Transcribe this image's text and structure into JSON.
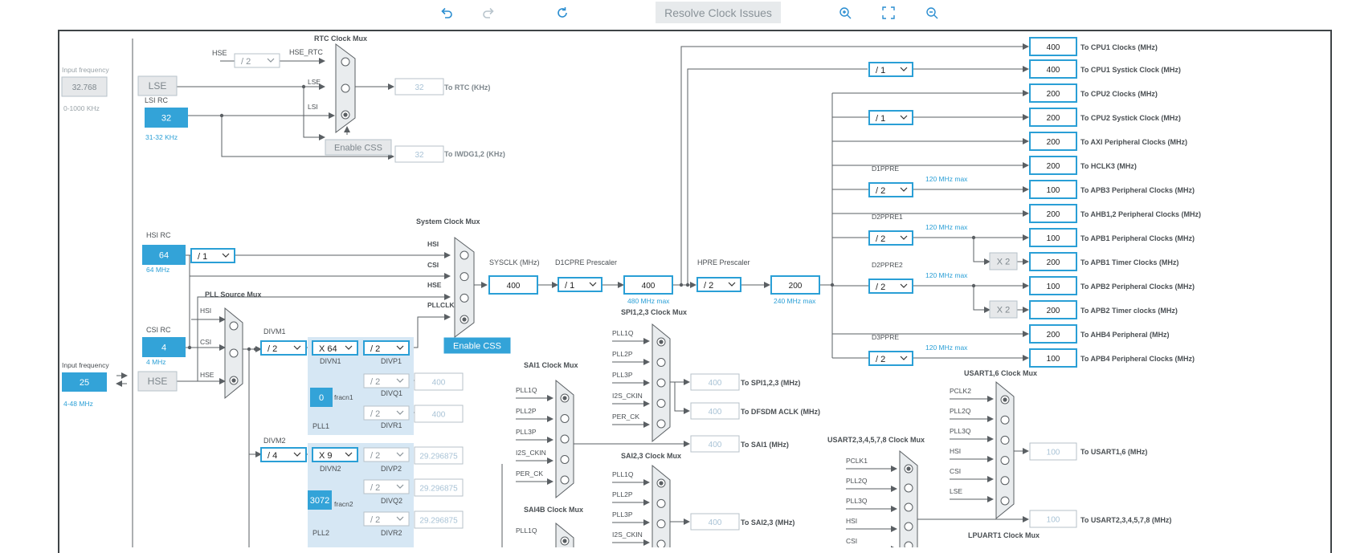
{
  "toolbar": {
    "undo_icon": "undo-icon",
    "redo_icon": "redo-icon",
    "refresh_icon": "refresh-icon",
    "resolve_label": "Resolve Clock Issues",
    "zoom_in_icon": "zoom-in-icon",
    "fit_icon": "fit-screen-icon",
    "zoom_out_icon": "zoom-out-icon"
  },
  "colors": {
    "accent": "#2a9fd6",
    "fill": "#33a3d8",
    "line": "#5a5f63",
    "panel": "#d6e7f4",
    "grey": "#e6e8ea"
  },
  "inputs": {
    "lse_label": "Input frequency",
    "lse_value": "32.768",
    "lse_range": "0-1000 KHz",
    "lse_button": "LSE",
    "lsi_label": "LSI RC",
    "lsi_value": "32",
    "lsi_range": "31-32 KHz",
    "hsi_label": "HSI RC",
    "hsi_value": "64",
    "hsi_range": "64 MHz",
    "hsi_div": "/ 1",
    "csi_label": "CSI RC",
    "csi_value": "4",
    "csi_range": "4 MHz",
    "hse_label": "Input frequency",
    "hse_value": "25",
    "hse_range": "4-48 MHz",
    "hse_button": "HSE"
  },
  "rtc": {
    "title": "RTC Clock Mux",
    "hse_label": "HSE",
    "hse_div": "/ 2",
    "hse_rtc": "HSE_RTC",
    "lse": "LSE",
    "lsi": "LSI",
    "enable_css": "Enable CSS",
    "to_rtc_value": "32",
    "to_rtc_label": "To RTC (KHz)",
    "to_iwdg_value": "32",
    "to_iwdg_label": "To IWDG1,2 (KHz)"
  },
  "pll_source": {
    "title": "PLL Source Mux",
    "hsi": "HSI",
    "csi": "CSI",
    "hse": "HSE"
  },
  "pll1": {
    "divm_label": "DIVM1",
    "divm": "/ 2",
    "divn": "X 64",
    "divn_label": "DIVN1",
    "divp": "/ 2",
    "divp_label": "DIVP1",
    "divq": "/ 2",
    "divq_label": "DIVQ1",
    "divq_out": "400",
    "divr": "/ 2",
    "divr_label": "DIVR1",
    "divr_out": "400",
    "fracn": "0",
    "fracn_label": "fracn1",
    "name": "PLL1"
  },
  "pll2": {
    "divm_label": "DIVM2",
    "divm": "/ 4",
    "divn": "X 9",
    "divn_label": "DIVN2",
    "divp": "/ 2",
    "divp_label": "DIVP2",
    "divp_out": "29.296875",
    "divq": "/ 2",
    "divq_label": "DIVQ2",
    "divq_out": "29.296875",
    "divr": "/ 2",
    "divr_label": "DIVR2",
    "divr_out": "29.296875",
    "fracn": "3072",
    "fracn_label": "fracn2",
    "name": "PLL2"
  },
  "sysmux": {
    "title": "System Clock Mux",
    "hsi": "HSI",
    "csi": "CSI",
    "hse": "HSE",
    "pllclk": "PLLCLK",
    "enable_css": "Enable CSS",
    "sysclk_label": "SYSCLK (MHz)",
    "sysclk": "400",
    "d1cpre_label": "D1CPRE Prescaler",
    "d1cpre": "/ 1",
    "d1_out": "400",
    "d1_max": "480 MHz max",
    "hpre_label": "HPRE Prescaler",
    "hpre": "/ 2",
    "hpre_out": "200",
    "hpre_max": "240 MHz max"
  },
  "outputs": [
    {
      "value": "400",
      "label": "To CPU1 Clocks (MHz)"
    },
    {
      "value": "400",
      "label": "To CPU1 Systick Clock (MHz)",
      "div": "/ 1"
    },
    {
      "value": "200",
      "label": "To CPU2 Clocks (MHz)"
    },
    {
      "value": "200",
      "label": "To CPU2 Systick Clock (MHz)",
      "div": "/ 1"
    },
    {
      "value": "200",
      "label": "To AXI Peripheral Clocks (MHz)"
    },
    {
      "value": "200",
      "label": "To HCLK3 (MHz)"
    },
    {
      "value": "100",
      "label": "To APB3 Peripheral Clocks (MHz)",
      "pre_label": "D1PPRE",
      "div": "/ 2",
      "max": "120 MHz max"
    },
    {
      "value": "200",
      "label": "To AHB1,2 Peripheral Clocks (MHz)"
    },
    {
      "value": "100",
      "label": "To APB1 Peripheral Clocks (MHz)",
      "pre_label": "D2PPRE1",
      "div": "/ 2",
      "max": "120 MHz max"
    },
    {
      "value": "200",
      "label": "To APB1 Timer Clocks (MHz)",
      "mult": "X 2"
    },
    {
      "value": "100",
      "label": "To APB2 Peripheral Clocks (MHz)",
      "pre_label": "D2PPRE2",
      "div": "/ 2",
      "max": "120 MHz max"
    },
    {
      "value": "200",
      "label": "To APB2 Timer clocks (MHz)",
      "mult": "X 2"
    },
    {
      "value": "200",
      "label": "To AHB4 Peripheral (MHz)"
    },
    {
      "value": "100",
      "label": "To APB4 Peripheral Clocks (MHz)",
      "pre_label": "D3PPRE",
      "div": "/ 2",
      "max": "120 MHz max"
    }
  ],
  "spi_mux": {
    "title": "SPI1,2,3 Clock Mux",
    "inputs": [
      "PLL1Q",
      "PLL2P",
      "PLL3P",
      "I2S_CKIN",
      "PER_CK"
    ],
    "out_spi": "400",
    "out_spi_label": "To SPI1,2,3 (MHz)",
    "out_dfsdm": "400",
    "out_dfsdm_label": "To DFSDM ACLK (MHz)",
    "out_sai1": "400",
    "out_sai1_label": "To SAI1 (MHz)"
  },
  "sai1_mux": {
    "title": "SAI1 Clock Mux",
    "inputs": [
      "PLL1Q",
      "PLL2P",
      "PLL3P",
      "I2S_CKIN",
      "PER_CK"
    ]
  },
  "sai23_mux": {
    "title": "SAI2,3 Clock Mux",
    "inputs": [
      "PLL1Q",
      "PLL2P",
      "PLL3P",
      "I2S_CKIN"
    ],
    "out": "400",
    "out_label": "To SAI2,3 (MHz)"
  },
  "sai4b_mux": {
    "title": "SAI4B Clock Mux",
    "inputs": [
      "PLL1Q"
    ]
  },
  "usart16_mux": {
    "title": "USART1,6 Clock Mux",
    "inputs": [
      "PCLK2",
      "PLL2Q",
      "PLL3Q",
      "HSI",
      "CSI",
      "LSE"
    ],
    "out": "100",
    "out_label": "To USART1,6 (MHz)"
  },
  "usart2_mux": {
    "title": "USART2,3,4,5,7,8 Clock Mux",
    "inputs": [
      "PCLK1",
      "PLL2Q",
      "PLL3Q",
      "HSI",
      "CSI"
    ],
    "out": "100",
    "out_label": "To USART2,3,4,5,7,8 (MHz)"
  },
  "lpuart1_mux": {
    "title": "LPUART1 Clock Mux"
  }
}
